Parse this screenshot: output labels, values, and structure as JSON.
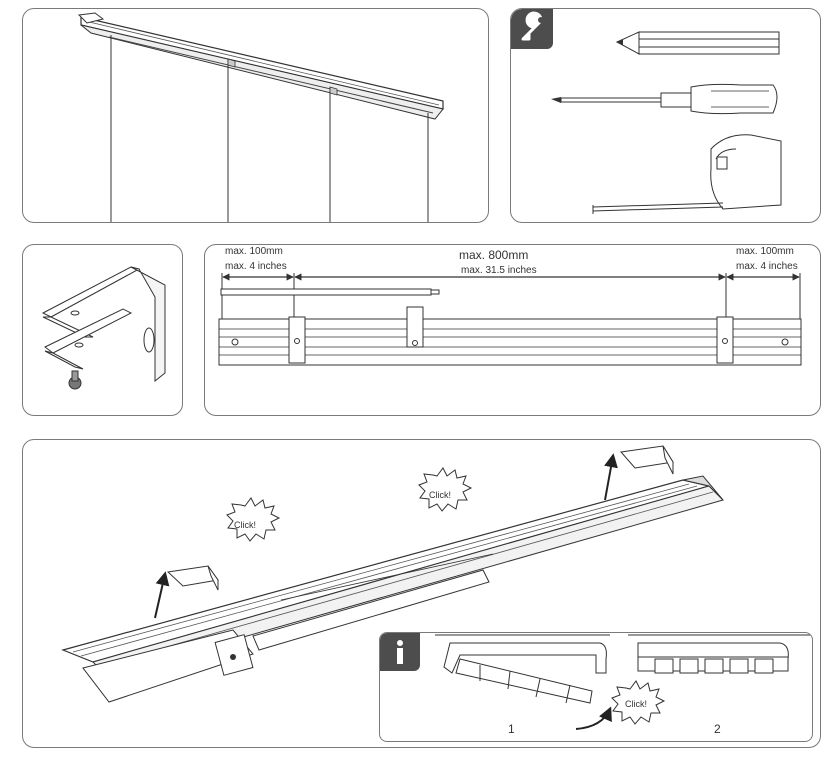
{
  "measure": {
    "left_mm": "max. 100mm",
    "left_in": "max. 4 inches",
    "center_mm": "max. 800mm",
    "center_in": "max. 31.5 inches",
    "right_mm": "max. 100mm",
    "right_in": "max. 4 inches"
  },
  "assembly": {
    "click_left": "Click!",
    "click_center": "Click!"
  },
  "info": {
    "click": "Click!",
    "step1": "1",
    "step2": "2"
  },
  "icons": [
    "wrench-icon",
    "info-icon",
    "pencil-icon",
    "screwdriver-icon",
    "tape-measure-icon",
    "arrow-up-icon"
  ]
}
